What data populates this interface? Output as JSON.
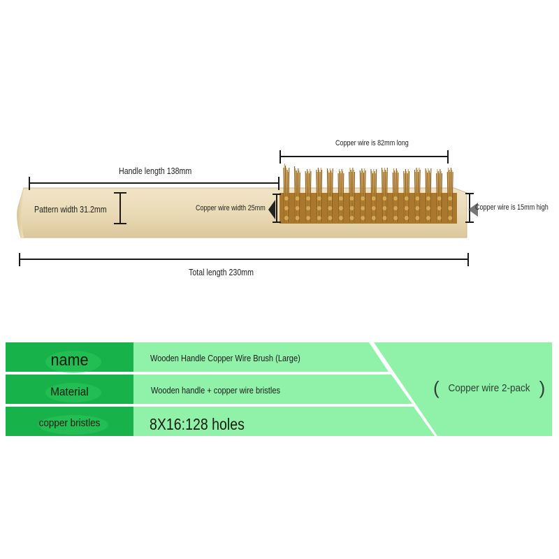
{
  "dimensions": {
    "copper_wire_length": "Copper wire is 82mm long",
    "handle_length": "Handle length 138mm",
    "pattern_width": "Pattern width 31.2mm",
    "copper_wire_width": "Copper wire width 25mm",
    "copper_wire_height": "Copper wire is 15mm high",
    "total_length": "Total length 230mm"
  },
  "spec_table": {
    "rows": [
      {
        "label": "name",
        "value": "Wooden Handle Copper Wire Brush (Large)"
      },
      {
        "label": "Material",
        "value": "Wooden handle + copper wire bristles"
      },
      {
        "label": "copper bristles",
        "value": "8X16:128 holes"
      }
    ],
    "badge": {
      "open": "(",
      "text": "Copper wire 2-pack",
      "close": ")"
    }
  },
  "colors": {
    "label_green": "#17b24a",
    "value_green": "#8ff2a8",
    "wood": "#e9d8b4",
    "bristle": "#b8893a"
  }
}
